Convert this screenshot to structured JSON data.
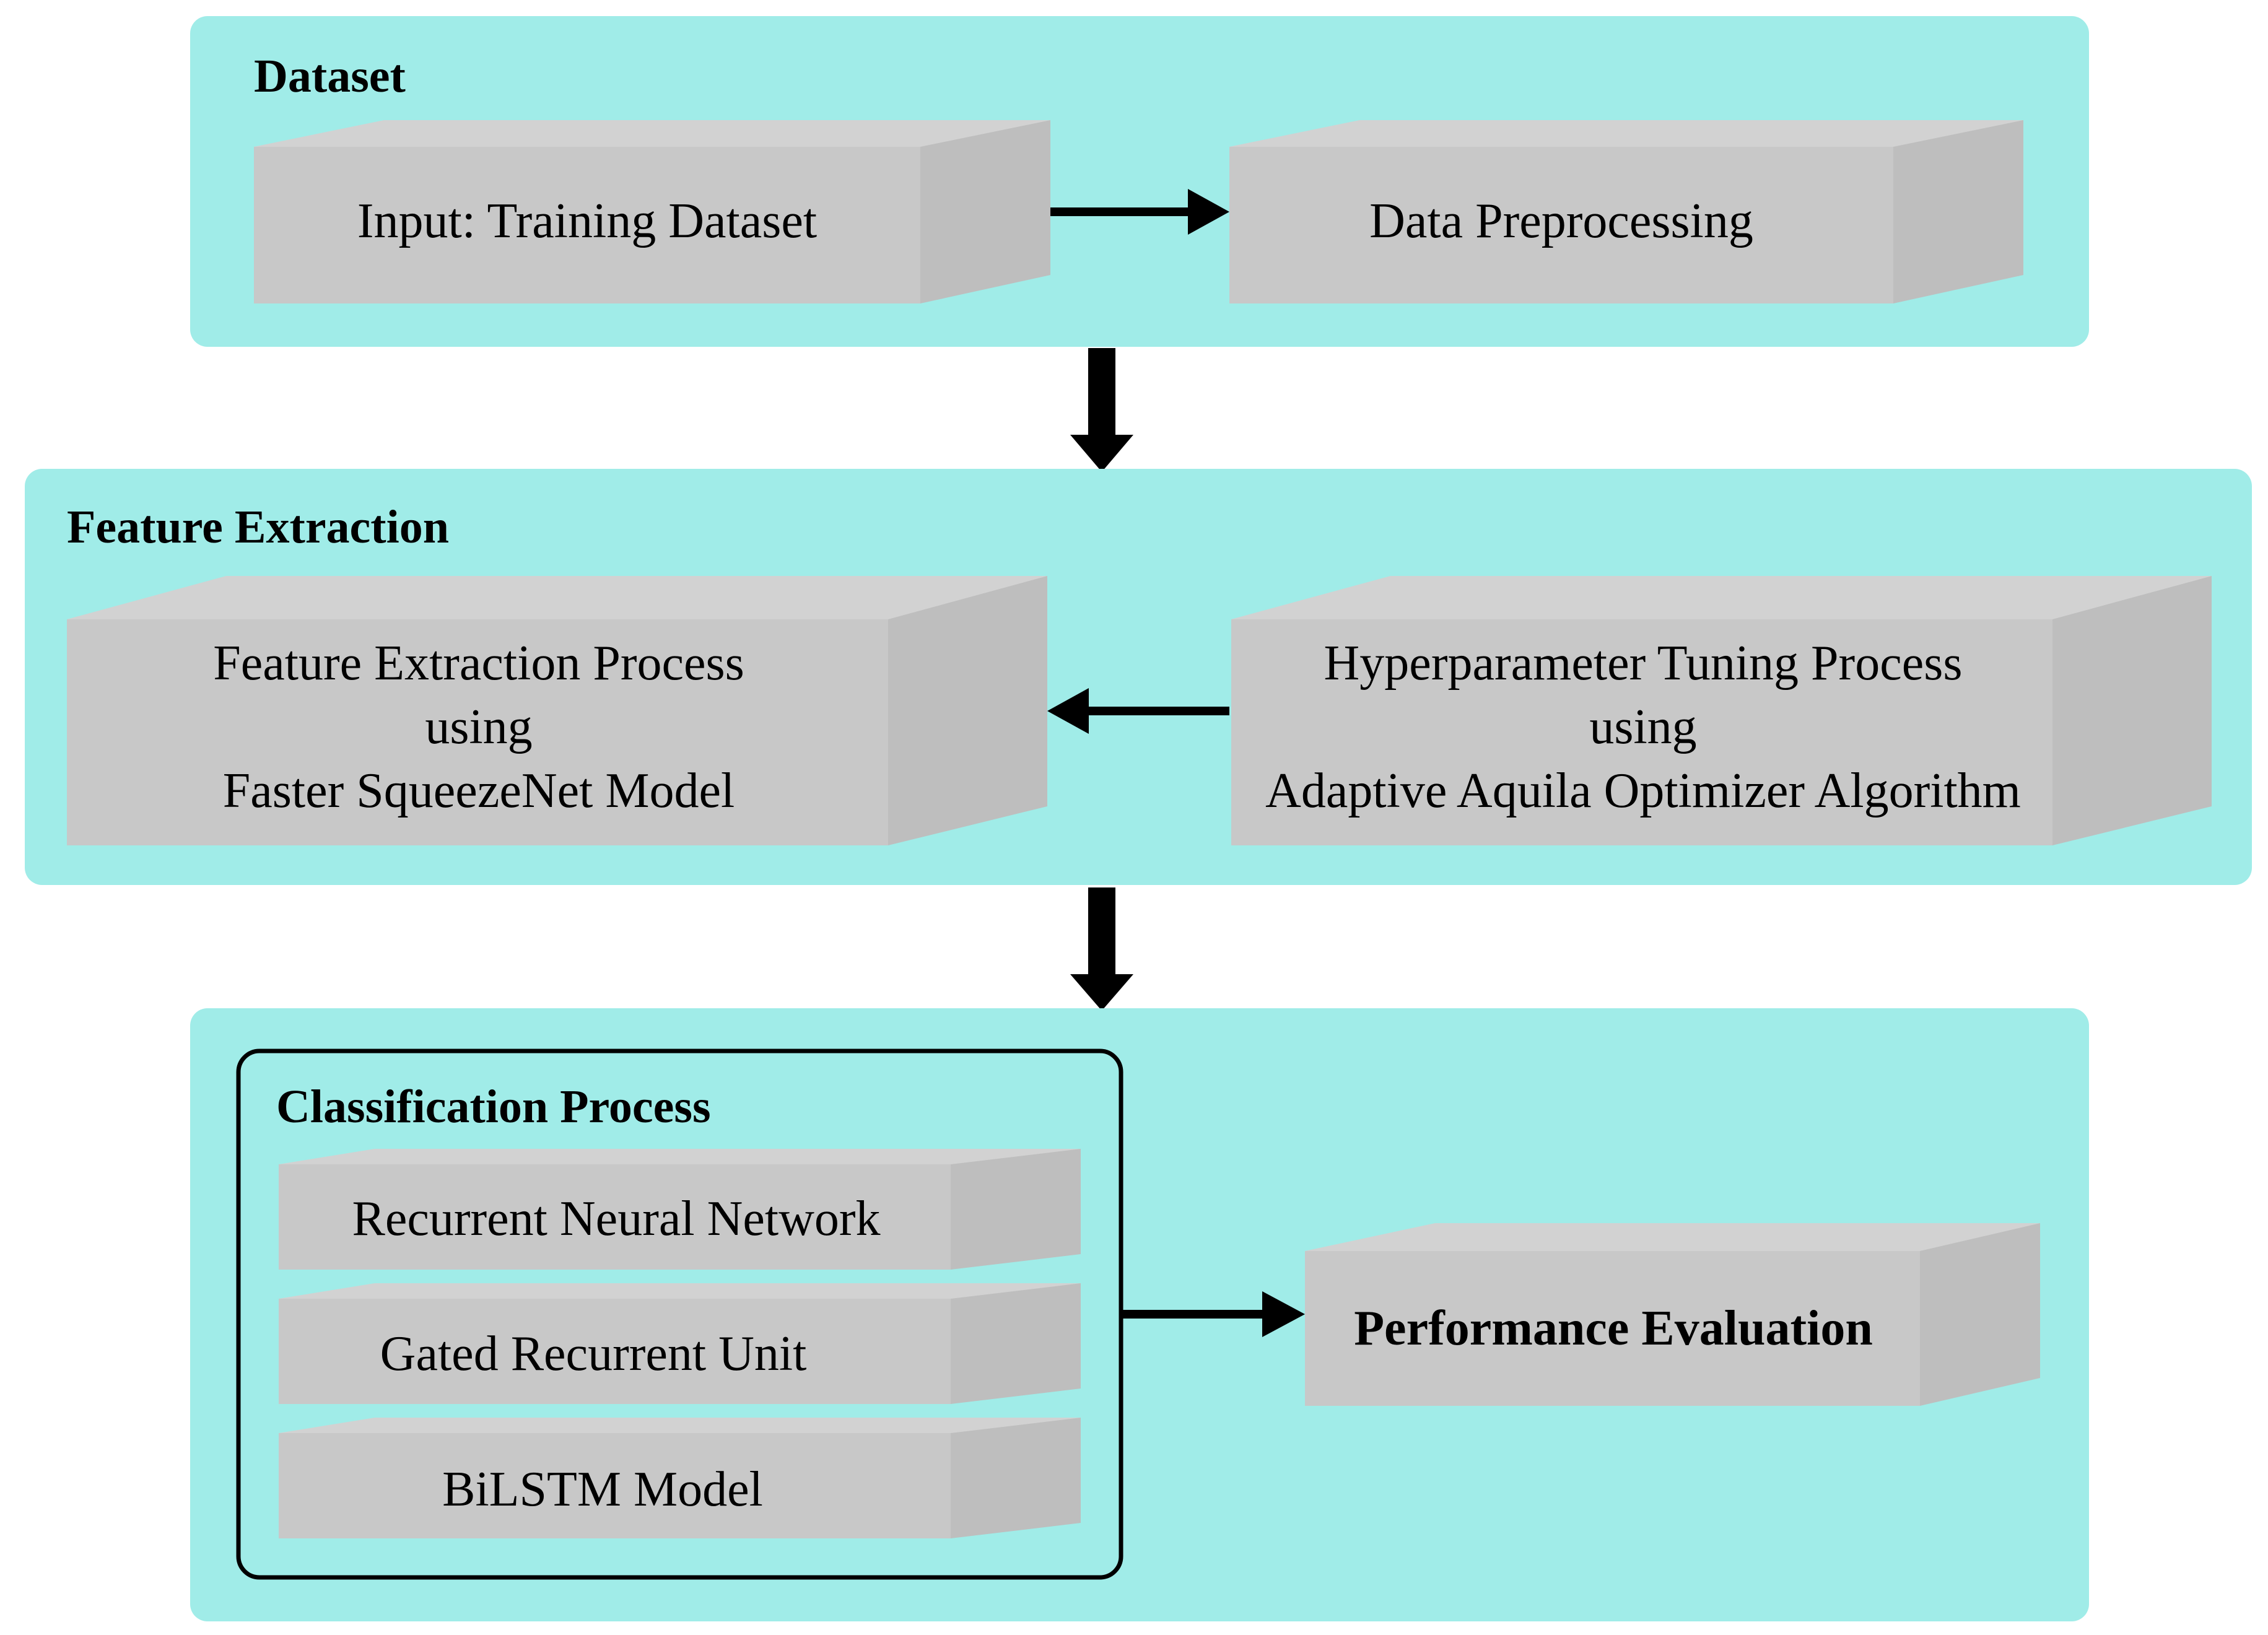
{
  "colors": {
    "panel_fill": "#A0ECE8",
    "box_front": "#C8C8C8",
    "box_top": "#D2D2D2",
    "box_side": "#BEBEBE",
    "arrow": "#000000"
  },
  "dataset": {
    "title": "Dataset",
    "input_box": {
      "line1": "Input: Training Dataset"
    },
    "preprocess_box": {
      "line1": "Data Preprocessing"
    }
  },
  "feature_extraction": {
    "title": "Feature Extraction",
    "fe_box": {
      "line1": "Feature Extraction Process",
      "line2": "using",
      "line3": "Faster SqueezeNet Model"
    },
    "hp_box": {
      "line1": "Hyperparameter Tuning Process",
      "line2": "using",
      "line3": "Adaptive Aquila Optimizer Algorithm"
    }
  },
  "classification": {
    "title": "Classification Process",
    "items": [
      "Recurrent Neural Network",
      "Gated Recurrent Unit",
      "BiLSTM Model"
    ]
  },
  "evaluation": {
    "label": "Performance Evaluation"
  }
}
